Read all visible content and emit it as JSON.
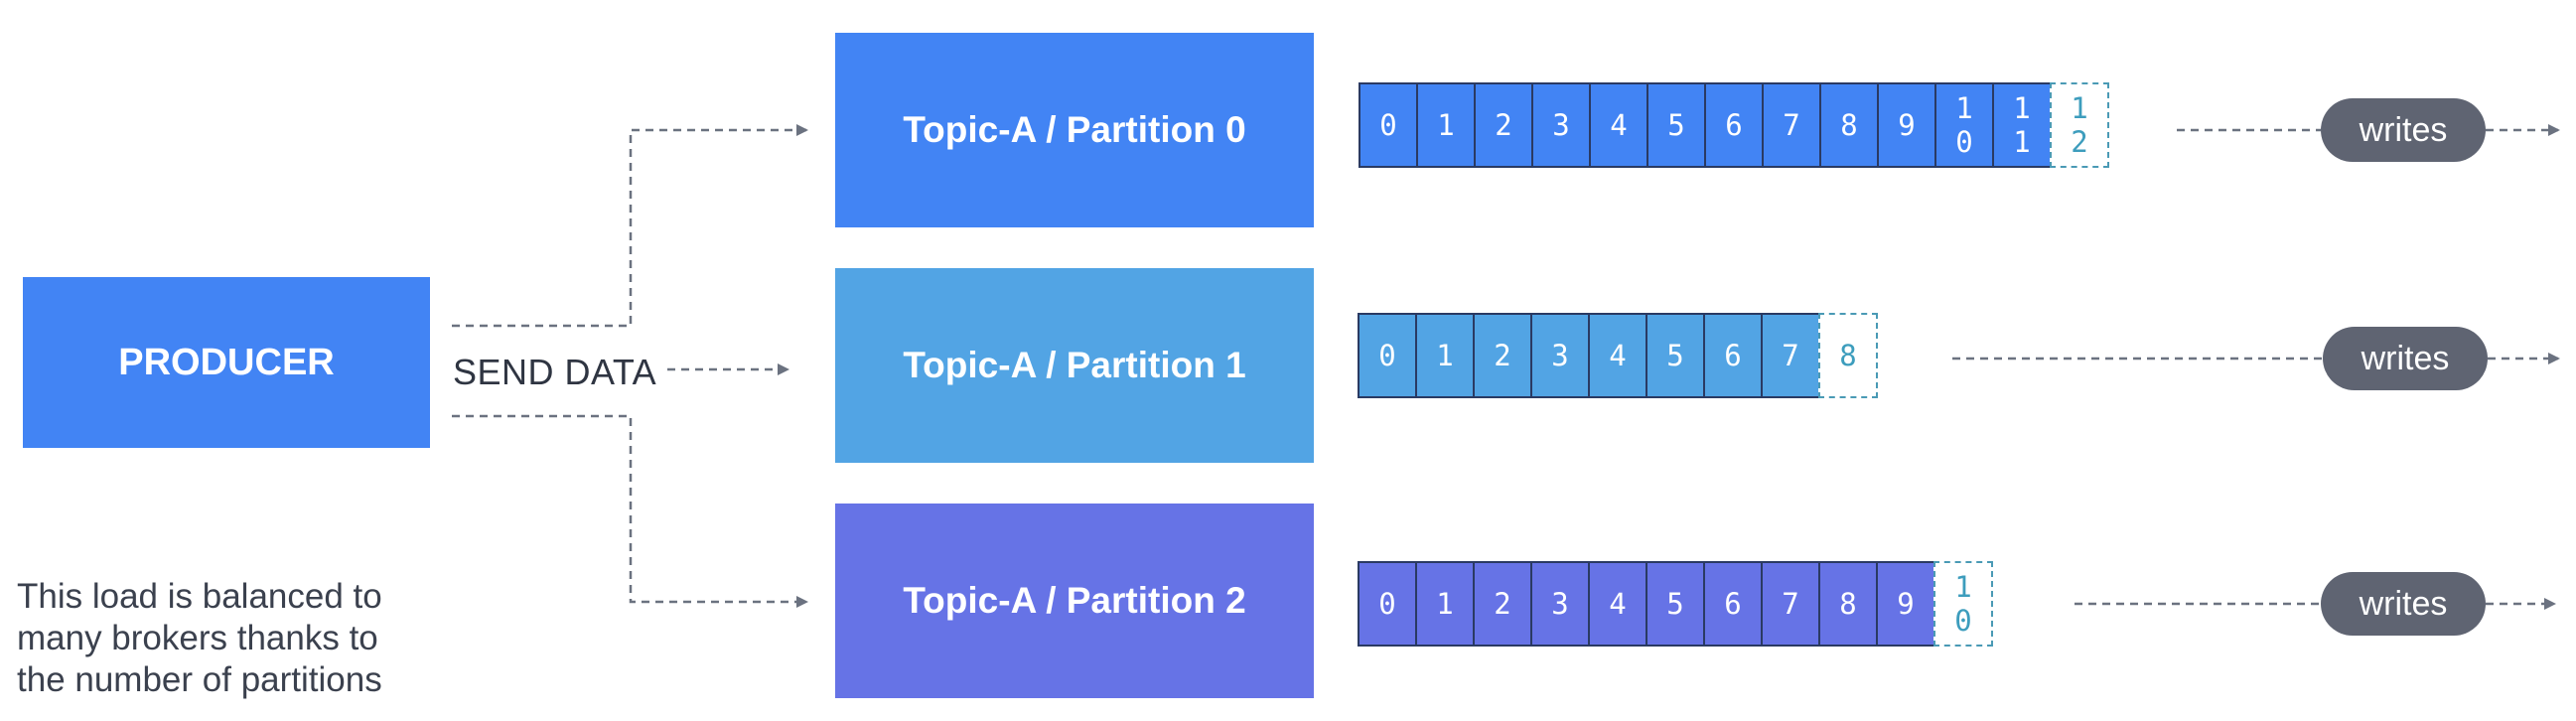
{
  "producer": {
    "label": "PRODUCER",
    "color": "#4284f4"
  },
  "send_label": "SEND DATA",
  "note_lines": [
    "This load is balanced to",
    "many brokers thanks to",
    "the number of partitions"
  ],
  "partitions": [
    {
      "title": "Topic-A / Partition 0",
      "color": "#4284f4",
      "offsets": [
        "0",
        "1",
        "2",
        "3",
        "4",
        "5",
        "6",
        "7",
        "8",
        "9",
        "1\n0",
        "1\n1"
      ],
      "next_offset": "1\n2",
      "writes_label": "writes"
    },
    {
      "title": "Topic-A / Partition 1",
      "color": "#52a4e4",
      "offsets": [
        "0",
        "1",
        "2",
        "3",
        "4",
        "5",
        "6",
        "7"
      ],
      "next_offset": "8",
      "writes_label": "writes"
    },
    {
      "title": "Topic-A / Partition 2",
      "color": "#6673e6",
      "offsets": [
        "0",
        "1",
        "2",
        "3",
        "4",
        "5",
        "6",
        "7",
        "8",
        "9"
      ],
      "next_offset": "1\n0",
      "writes_label": "writes"
    }
  ],
  "colors": {
    "connector": "#6b7280",
    "writes_pill": "#5f6472",
    "next_offset_border": "#4a9ab5"
  }
}
